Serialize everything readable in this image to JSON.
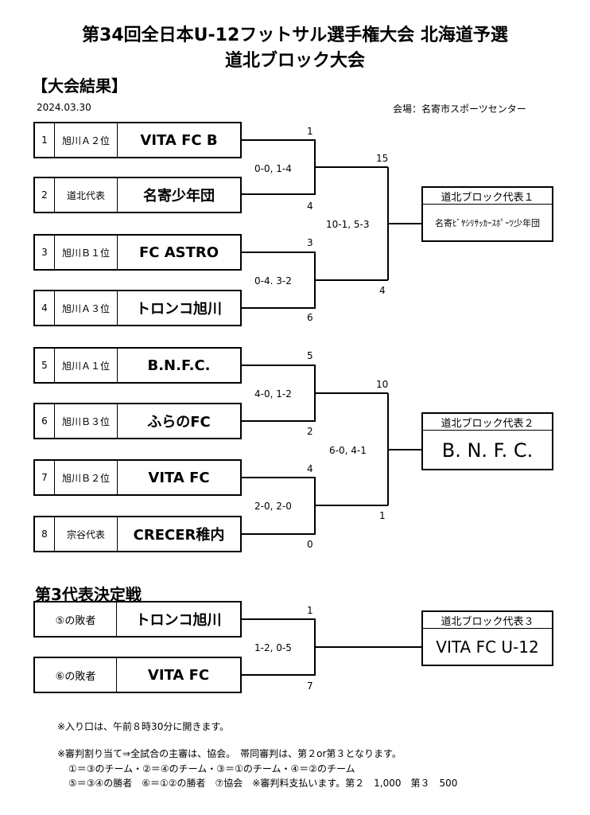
{
  "header": {
    "title1": "第34回全日本U-12フットサル選手権大会 北海道予選",
    "title2": "道北ブロック大会",
    "section": "【大会結果】",
    "date": "2024.03.30",
    "venue": "会場：名寄市スポーツセンター"
  },
  "teams": [
    {
      "num": "1",
      "group": "旭川Ａ２位",
      "name": "VITA FC B"
    },
    {
      "num": "2",
      "group": "道北代表",
      "name": "名寄少年団"
    },
    {
      "num": "3",
      "group": "旭川Ｂ１位",
      "name": "FC ASTRO"
    },
    {
      "num": "4",
      "group": "旭川Ａ３位",
      "name": "トロンコ旭川"
    },
    {
      "num": "5",
      "group": "旭川Ａ１位",
      "name": "B.N.F.C."
    },
    {
      "num": "6",
      "group": "旭川Ｂ３位",
      "name": "ふらのFC"
    },
    {
      "num": "7",
      "group": "旭川Ｂ２位",
      "name": "VITA FC"
    },
    {
      "num": "8",
      "group": "宗谷代表",
      "name": "CRECER稚内"
    }
  ],
  "scores": {
    "m1": {
      "top": "1",
      "bottom": "4",
      "detail": "0-0, 1-4"
    },
    "m2": {
      "top": "3",
      "bottom": "6",
      "detail": "0-4. 3-2"
    },
    "m3": {
      "top": "5",
      "bottom": "2",
      "detail": "4-0, 1-2"
    },
    "m4": {
      "top": "4",
      "bottom": "0",
      "detail": "2-0, 2-0"
    },
    "s1": {
      "top": "15",
      "bottom": "4",
      "detail": "10-1, 5-3"
    },
    "s2": {
      "top": "10",
      "bottom": "1",
      "detail": "6-0, 4-1"
    },
    "third": {
      "top": "1",
      "bottom": "7",
      "detail": "1-2, 0-5"
    }
  },
  "reps": [
    {
      "header": "道北ブロック代表１",
      "team": "名寄ﾋﾞﾔｼﾘｻｯｶｰｽﾎﾟｰﾂ少年団"
    },
    {
      "header": "道北ブロック代表２",
      "team": "B. N. F. C."
    },
    {
      "header": "道北ブロック代表３",
      "team": "VITA FC U-12"
    }
  ],
  "third_place": {
    "title": "第3代表決定戦",
    "teams": [
      {
        "group": "⑤の敗者",
        "name": "トロンコ旭川"
      },
      {
        "group": "⑥の敗者",
        "name": "VITA FC"
      }
    ]
  },
  "notes": {
    "n1": "※入り口は、午前８時30分に開きます。",
    "n2": "※審判割り当て⇒全試合の主審は、協会。　帯同審判は、第２or第３となります。",
    "n3": "①＝③のチーム・②＝④のチーム・③＝①のチーム・④＝②のチーム",
    "n4": "⑤＝③④の勝者　⑥＝①②の勝者　⑦協会　※審判料支払います。第２　1,000　第３　500"
  }
}
